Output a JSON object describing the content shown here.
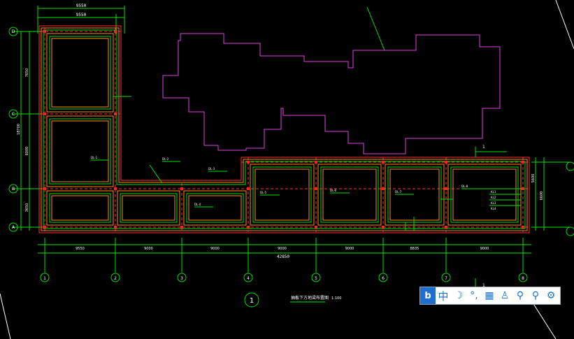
{
  "drawing": {
    "title": "抽板下方地梁布置图",
    "scale": "1:100",
    "section_bubble": "1",
    "total_width_dim": "42850",
    "top_dim": "9550",
    "top_dim2": "9550",
    "left_total_dim": "18700",
    "left_dims": [
      "7650",
      "6000",
      "3650"
    ],
    "right_dims": [
      "5600",
      "6600"
    ],
    "bottom_dims": [
      "9550",
      "9000",
      "9000",
      "9000",
      "9000",
      "8835",
      "9000"
    ],
    "axis_bottom": [
      "1",
      "2",
      "3",
      "4",
      "5",
      "6",
      "7",
      "8"
    ],
    "axis_left": [
      "D",
      "C",
      "B",
      "A"
    ],
    "labels": [
      "DL-1",
      "DL-2",
      "DL-3",
      "DL-4",
      "DL-5",
      "DL-6",
      "DL-7",
      "DL-8"
    ],
    "note_lines": [
      "KL1",
      "KL2",
      "KL3",
      "KL4"
    ]
  },
  "ime_toolbar": {
    "logo": "b",
    "items": [
      {
        "name": "chinese-mode",
        "glyph": "中"
      },
      {
        "name": "moon-icon",
        "glyph": "☽"
      },
      {
        "name": "punctuation-icon",
        "glyph": "°,"
      },
      {
        "name": "keyboard-icon",
        "glyph": "▦"
      },
      {
        "name": "skin-icon",
        "glyph": "♙"
      },
      {
        "name": "user-icon",
        "glyph": "⚲"
      },
      {
        "name": "search-icon",
        "glyph": "⚲"
      },
      {
        "name": "gear-icon",
        "glyph": "⚙"
      }
    ]
  }
}
